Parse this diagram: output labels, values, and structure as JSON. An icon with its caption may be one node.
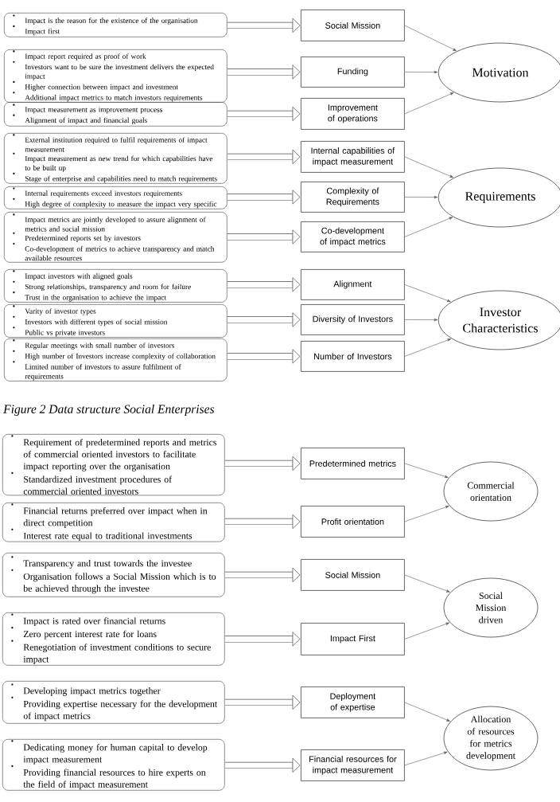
{
  "diagram": {
    "caption": "Figure 2 Data structure Social Enterprises",
    "nodes": [
      {
        "text": [
          "Impact is the reason for the existence of the organisation",
          "Impact first"
        ]
      },
      {
        "text": [
          "Impact report required as proof of work",
          "Investors want to be sure the investment delivers the expected impact",
          "Higher connection between impact and investment",
          "Additional impact metrics to match investors requirements"
        ]
      },
      {
        "text": [
          "Impact measurement as improvement process",
          "Alignment of impact and financial goals"
        ]
      },
      {
        "text": [
          "External institution required to fulfil requirements of impact measurement",
          "Impact measurement as new trend for which capabilities have to be built up",
          "Stage of enterprise and capabilities need to match requirements"
        ]
      },
      {
        "text": [
          "Internal requirements exceed investors requirements",
          "High degree of complexity to measure the impact very specific"
        ]
      },
      {
        "text": [
          "Impact metrics are jointly developed to assure alignment of metrics and social mission",
          "Predetermined reports set by investors",
          "Co-development of metrics to achieve transparency and match available resources"
        ]
      },
      {
        "text": [
          "Impact investors with aligned goals",
          "Strong relationships, transparency and room for failure",
          "Trust in the organisation to achieve the impact"
        ]
      },
      {
        "text": [
          "Varity of investor types",
          "Investors with different types of social mission",
          "Public vs private investors"
        ]
      },
      {
        "text": [
          "Regular meetings with small number of investors",
          "High number of Investors increase complexity of collaboration",
          "Limited number of investors to assure fulfilment of requirements"
        ]
      },
      {
        "text": [
          "Social Mission"
        ]
      },
      {
        "text": [
          "Funding"
        ]
      },
      {
        "text": [
          "Improvement of operations"
        ]
      },
      {
        "text": [
          "Internal capabilities of impact measurement"
        ]
      },
      {
        "text": [
          "Complexity of Requirements"
        ]
      },
      {
        "text": [
          "Co-development of impact metrics"
        ]
      },
      {
        "text": [
          "Alignment"
        ]
      },
      {
        "text": [
          "Diversity of Investors"
        ]
      },
      {
        "text": [
          "Number of Investors"
        ]
      },
      {
        "text": [
          "Motivation"
        ]
      },
      {
        "text": [
          "Requirements"
        ]
      },
      {
        "text": [
          "Investor Characteristics"
        ]
      },
      {
        "text": [
          "Requirement of predetermined reports and metrics of commercial oriented investors to facilitate impact reporting over the organisation",
          "Standardized investment procedures of commercial oriented investors"
        ]
      },
      {
        "text": [
          "Financial returns preferred over impact when in direct competition",
          "Interest rate equal to traditional investments"
        ]
      },
      {
        "text": [
          "Transparency and trust towards the investee",
          "Organisation follows a Social Mission which is to be achieved through the investee"
        ]
      },
      {
        "text": [
          "Impact is rated over financial returns",
          "Zero percent interest rate for loans",
          "Renegotiation of investment conditions to secure impact"
        ]
      },
      {
        "text": [
          "Developing impact metrics together",
          "Providing expertise necessary for the development of impact metrics"
        ]
      },
      {
        "text": [
          "Dedicating money for human capital to develop impact measurement",
          "Providing financial resources to hire experts on the field of impact measurement"
        ]
      },
      {
        "text": [
          "Predetermined metrics"
        ]
      },
      {
        "text": [
          "Profit orientation"
        ]
      },
      {
        "text": [
          "Social Mission"
        ]
      },
      {
        "text": [
          "Impact First"
        ]
      },
      {
        "text": [
          "Deployment of expertise"
        ]
      },
      {
        "text": [
          "Financial resources for impact measurement"
        ]
      },
      {
        "text": [
          "Commercial orientation"
        ]
      },
      {
        "text": [
          "Social Mission driven"
        ]
      },
      {
        "text": [
          "Allocation of resources for metrics development"
        ]
      }
    ],
    "edges": [
      {
        "from": 0,
        "to": 9,
        "arrow": "to",
        "style": "thick"
      },
      {
        "from": 1,
        "to": 10,
        "arrow": "to",
        "style": "thick"
      },
      {
        "from": 2,
        "to": 11,
        "arrow": "to",
        "style": "thick"
      },
      {
        "from": 3,
        "to": 12,
        "arrow": "to",
        "style": "thick"
      },
      {
        "from": 4,
        "to": 13,
        "arrow": "to",
        "style": "thick"
      },
      {
        "from": 5,
        "to": 14,
        "arrow": "to",
        "style": "thick"
      },
      {
        "from": 6,
        "to": 15,
        "arrow": "to",
        "style": "thick"
      },
      {
        "from": 7,
        "to": 16,
        "arrow": "to",
        "style": "thick"
      },
      {
        "from": 8,
        "to": 17,
        "arrow": "to",
        "style": "thick"
      },
      {
        "from": 9,
        "to": 18,
        "arrow": "to"
      },
      {
        "from": 10,
        "to": 18,
        "arrow": "to"
      },
      {
        "from": 11,
        "to": 18,
        "arrow": "to"
      },
      {
        "from": 12,
        "to": 19,
        "arrow": "to"
      },
      {
        "from": 13,
        "to": 19,
        "arrow": "to"
      },
      {
        "from": 14,
        "to": 19,
        "arrow": "to"
      },
      {
        "from": 15,
        "to": 20,
        "arrow": "to"
      },
      {
        "from": 16,
        "to": 20,
        "arrow": "to"
      },
      {
        "from": 17,
        "to": 20,
        "arrow": "to"
      },
      {
        "from": 21,
        "to": 27,
        "arrow": "to",
        "style": "thick"
      },
      {
        "from": 22,
        "to": 28,
        "arrow": "to",
        "style": "thick"
      },
      {
        "from": 23,
        "to": 29,
        "arrow": "to",
        "style": "thick"
      },
      {
        "from": 24,
        "to": 30,
        "arrow": "to",
        "style": "thick"
      },
      {
        "from": 25,
        "to": 31,
        "arrow": "to",
        "style": "thick"
      },
      {
        "from": 26,
        "to": 32,
        "arrow": "to",
        "style": "thick"
      },
      {
        "from": 27,
        "to": 33,
        "arrow": "to"
      },
      {
        "from": 28,
        "to": 33,
        "arrow": "to"
      },
      {
        "from": 29,
        "to": 34,
        "arrow": "to"
      },
      {
        "from": 30,
        "to": 34,
        "arrow": "to"
      },
      {
        "from": 31,
        "to": 35,
        "arrow": "to"
      },
      {
        "from": 32,
        "to": 35,
        "arrow": "to"
      }
    ]
  }
}
